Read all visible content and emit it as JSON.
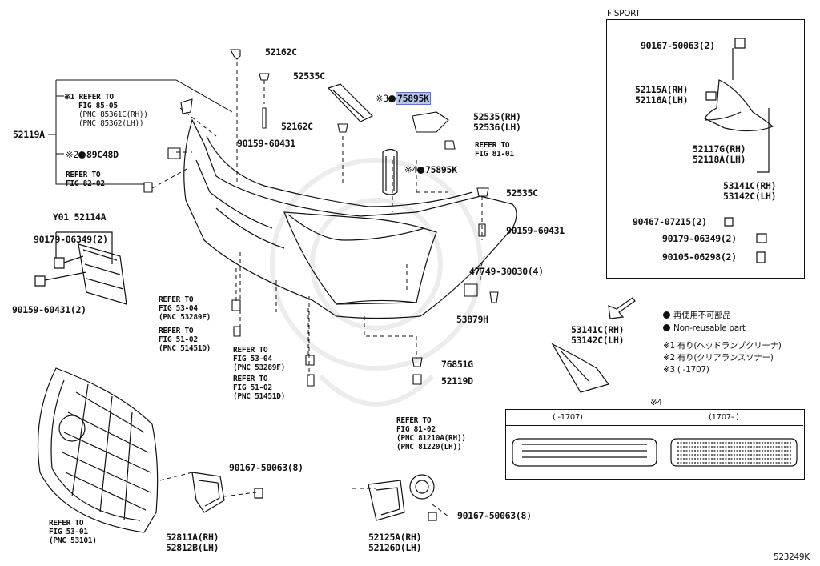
{
  "fsport": {
    "title": "F SPORT",
    "parts": [
      "90167-50063(2)",
      "52115A(RH)",
      "52116A(LH)",
      "52117G(RH)",
      "52118A(LH)",
      "53141C(RH)",
      "53142C(LH)",
      "90467-07215(2)",
      "90179-06349(2)",
      "90105-06298(2)"
    ]
  },
  "parts": {
    "p52162C_top": "52162C",
    "p52535C_top": "52535C",
    "p75895K_top": "75895K",
    "p52535rh": "52535(RH)",
    "p52536lh": "52536(LH)",
    "p52162C_mid": "52162C",
    "p90159_top": "90159-60431",
    "p75895K_mid": "75895K",
    "p52535C_mid": "52535C",
    "p90159_mid": "90159-60431",
    "p47749": "47749-30030(4)",
    "p53879H": "53879H",
    "p76851G": "76851G",
    "p52119D": "52119D",
    "p52119A": "52119A",
    "p89C48D": "89C48D",
    "p52114A": "Y01 52114A",
    "p90179": "90179-06349(2)",
    "p90159_left": "90159-60431(2)",
    "p53141C": "53141C(RH)",
    "p53142C": "53142C(LH)",
    "p90167_bottom": "90167-50063(8)",
    "p90167_right": "90167-50063(8)",
    "p52811A": "52811A(RH)",
    "p52812B": "52812B(LH)",
    "p52125A": "52125A(RH)",
    "p52126D": "52126D(LH)"
  },
  "refs": {
    "r1": [
      "※1 REFER TO",
      "FIG 85-05",
      "(PNC 85361C(RH))",
      "(PNC 85362(LH))"
    ],
    "r2": [
      "REFER TO",
      "FIG 82-02"
    ],
    "r3": [
      "REFER TO",
      "FIG 81-01"
    ],
    "r4": [
      "REFER TO",
      "FIG 53-04",
      "(PNC 53289F)"
    ],
    "r5": [
      "REFER TO",
      "FIG 51-02",
      "(PNC 51451D)"
    ],
    "r6": [
      "REFER TO",
      "FIG 53-04",
      "(PNC 53289F)"
    ],
    "r7": [
      "REFER TO",
      "FIG 51-02",
      "(PNC 51451D)"
    ],
    "r8": [
      "REFER TO",
      "FIG 81-02",
      "(PNC 81210A(RH))",
      "(PNC 81220(LH))"
    ],
    "r9": [
      "REFER TO",
      "FIG 53-01",
      "(PNC 53101)"
    ]
  },
  "marks": {
    "m1": "※2",
    "m3": "※3",
    "m4": "※4",
    "m4b": "※4"
  },
  "legend": {
    "jp": "再使用不可部品",
    "en": "Non-reusable part",
    "n1": "※1 有り(ヘッドランプクリーナ)",
    "n2": "※2 有り(クリアランスソナー)",
    "n3": "※3 (   -1707)"
  },
  "grille_table": {
    "col1": "(   -1707)",
    "col2": "(1707-   )"
  },
  "diagram_id": "523249K"
}
